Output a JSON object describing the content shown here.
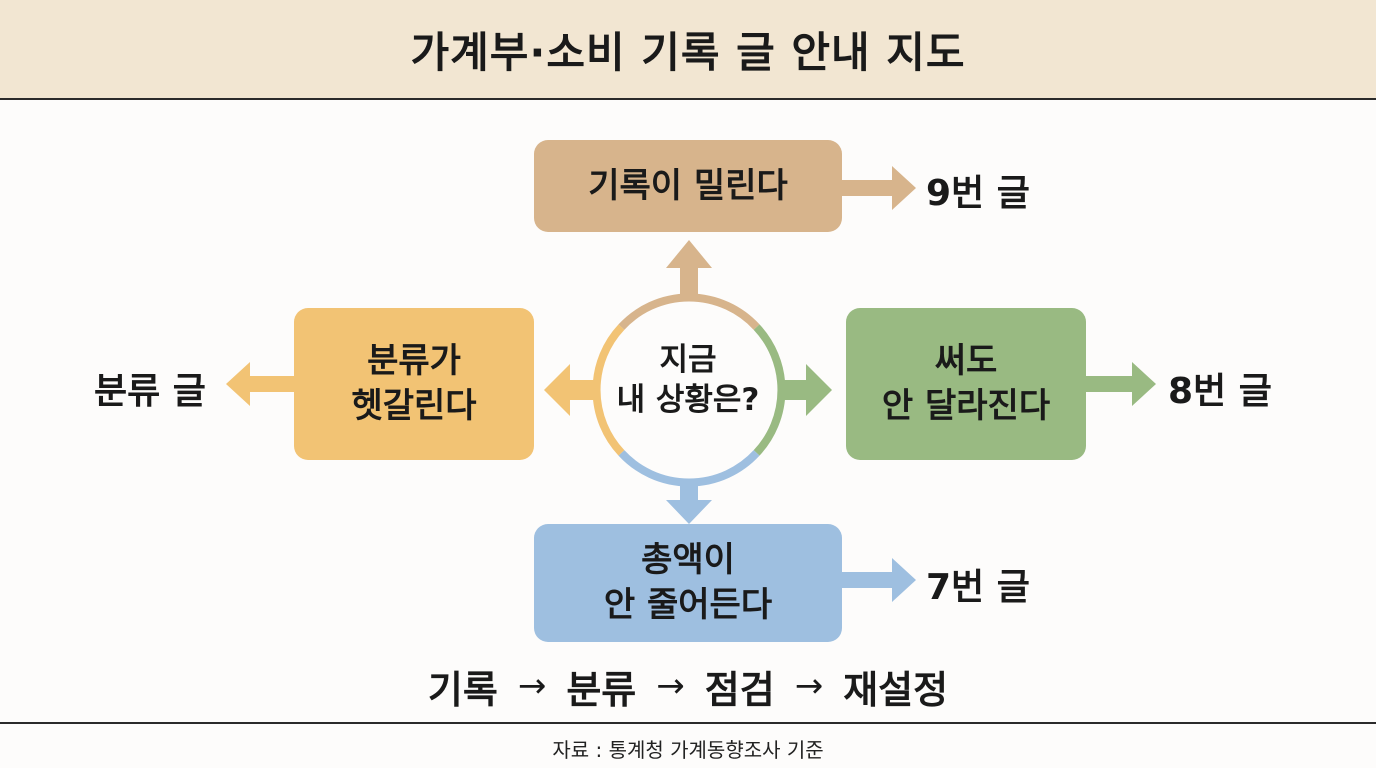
{
  "header": {
    "title": "가계부·소비 기록 글 안내 지도"
  },
  "center": {
    "line1": "지금",
    "line2": "내 상황은?"
  },
  "branches": {
    "top": {
      "line1": "기록이 밀린다",
      "target": "9번 글",
      "color": "#d7b48c"
    },
    "right": {
      "line1": "써도",
      "line2": "안 달라진다",
      "target": "8번 글",
      "color": "#99ba82"
    },
    "bottom": {
      "line1": "총액이",
      "line2": "안 줄어든다",
      "target": "7번 글",
      "color": "#9ebfe0"
    },
    "left": {
      "line1": "분류가",
      "line2": "헷갈린다",
      "target": "분류 글",
      "color": "#f2c374"
    }
  },
  "flow": {
    "steps": [
      "기록",
      "분류",
      "점검",
      "재설정"
    ],
    "arrow": "→"
  },
  "footer": {
    "source": "자료 : 통계청 가계동향조사 기준"
  }
}
